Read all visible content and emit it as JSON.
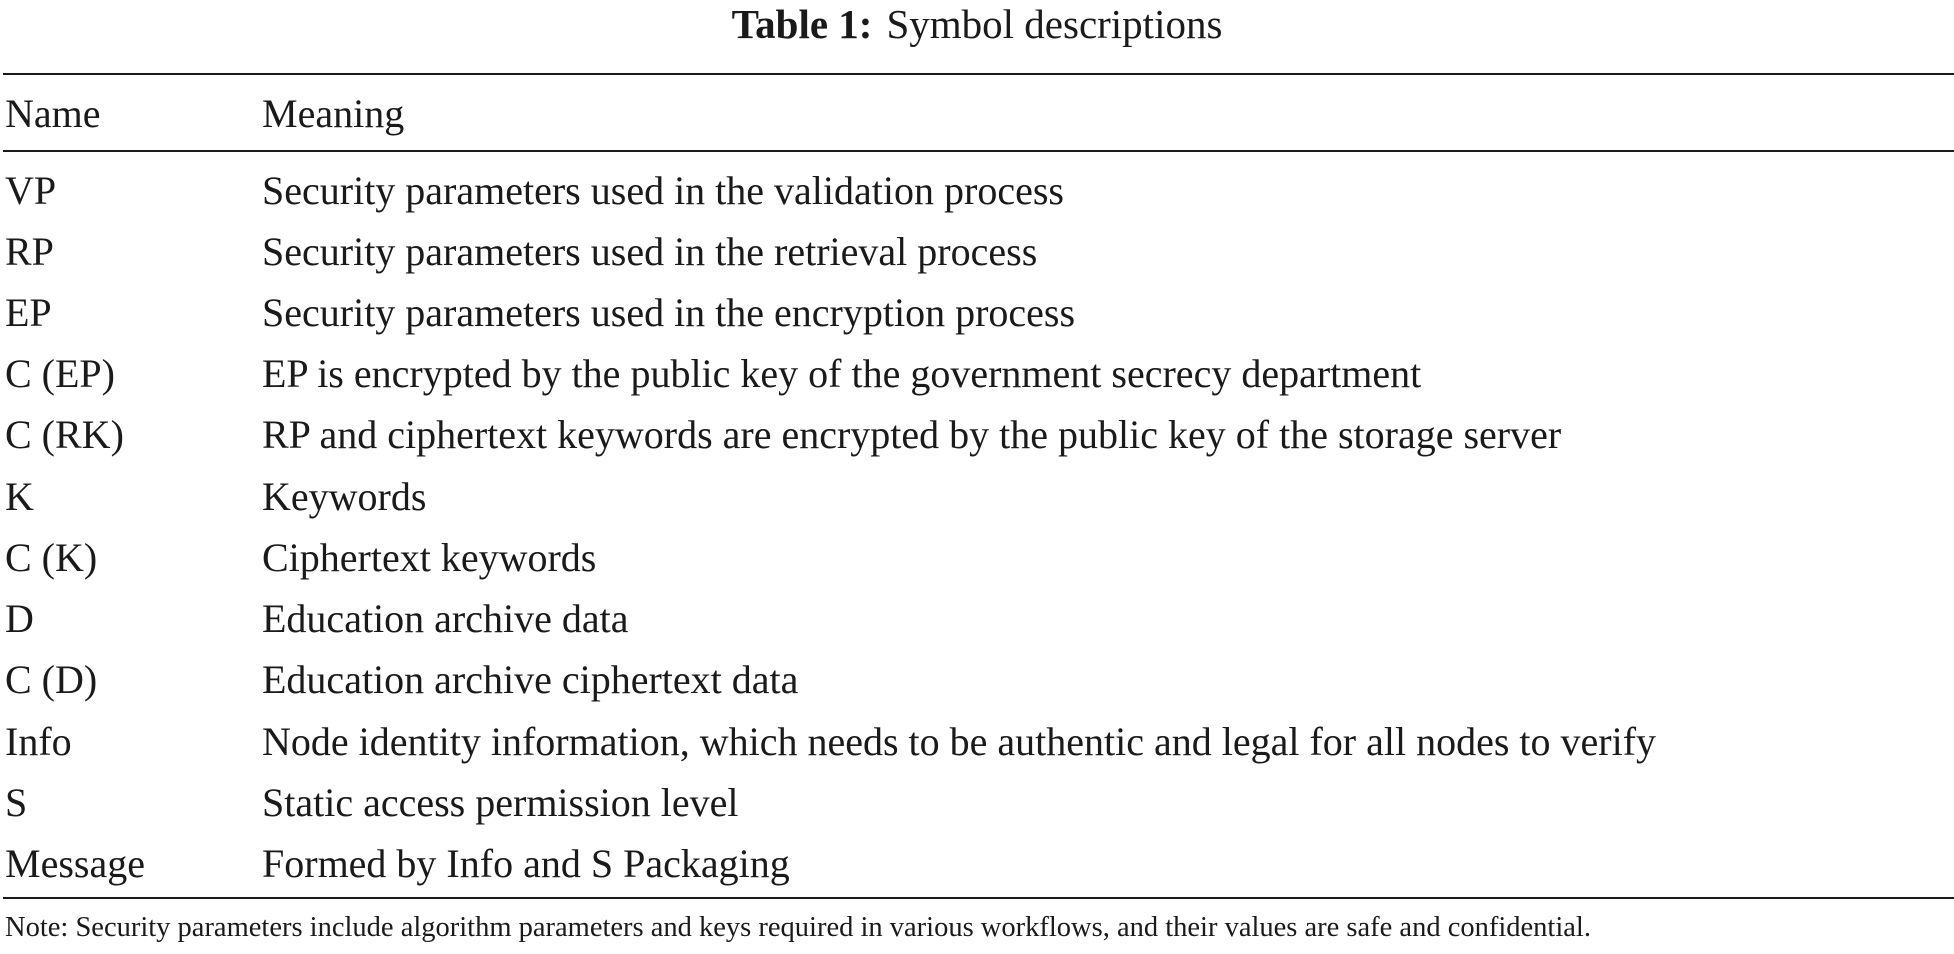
{
  "table": {
    "label": "Table 1:",
    "title": "Symbol descriptions",
    "columns": [
      "Name",
      "Meaning"
    ],
    "rows": [
      {
        "name": "VP",
        "meaning": "Security parameters used in the validation process"
      },
      {
        "name": "RP",
        "meaning": "Security parameters used in the retrieval process"
      },
      {
        "name": "EP",
        "meaning": "Security parameters used in the encryption process"
      },
      {
        "name": "C (EP)",
        "meaning": "EP is encrypted by the public key of the government secrecy department"
      },
      {
        "name": "C (RK)",
        "meaning": "RP and ciphertext keywords are encrypted by the public key of the storage server"
      },
      {
        "name": "K",
        "meaning": "Keywords"
      },
      {
        "name": "C (K)",
        "meaning": "Ciphertext keywords"
      },
      {
        "name": "D",
        "meaning": "Education archive data"
      },
      {
        "name": "C (D)",
        "meaning": "Education archive ciphertext data"
      },
      {
        "name": "Info",
        "meaning": "Node identity information, which needs to be authentic and legal for all nodes to verify"
      },
      {
        "name": "S",
        "meaning": "Static access permission level"
      },
      {
        "name": "Message",
        "meaning": "Formed by Info and S Packaging"
      }
    ],
    "note": "Note: Security parameters include algorithm parameters and keys required in various workflows, and their values are safe and confidential."
  }
}
